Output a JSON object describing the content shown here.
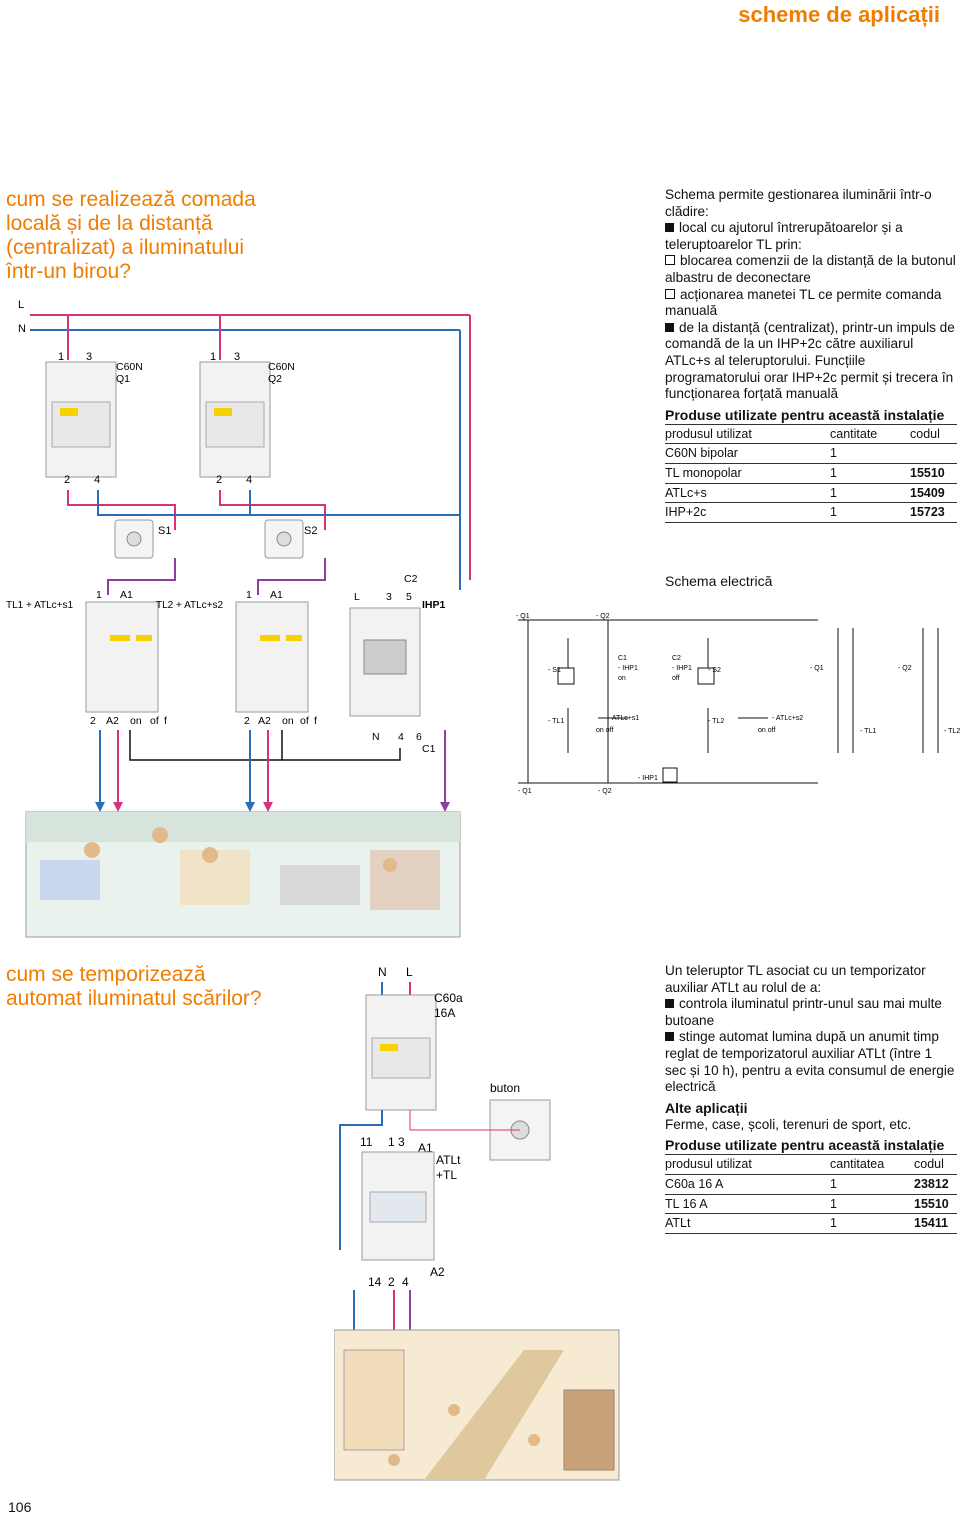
{
  "header": {
    "title": "scheme de aplicații"
  },
  "section1": {
    "title_lines": [
      "cum se realizează comada",
      "locală și de la distanță",
      "(centralizat) a iluminatului",
      "într-un birou?"
    ],
    "intro": "Schema permite gestionarea iluminării într-o clădire:",
    "b1": "local cu ajutorul întrerupătoarelor și a teleruptoarelor TL prin:",
    "c1": "blocarea comenzii de la distanță de la butonul albastru de deconectare",
    "c2": "acționarea manetei TL ce permite comanda manuală",
    "b2": "de la distanță (centralizat), printr-un impuls de comandă de la un IHP+2c către auxiliarul ATLc+s al teleruptorului. Funcțiile programatorului orar IHP+2c permit și trecera în funcționarea forțată manuală",
    "products_head": "Produse utilizate pentru această instalație",
    "table": {
      "headers": [
        "produsul utilizat",
        "cantitate",
        "codul"
      ],
      "rows": [
        [
          "C60N bipolar",
          "1",
          ""
        ],
        [
          "TL monopolar",
          "1",
          "15510"
        ],
        [
          "ATLc+s",
          "1",
          "15409"
        ],
        [
          "IHP+2c",
          "1",
          "15723"
        ]
      ]
    },
    "schema_label": "Schema electrică",
    "labels": {
      "L": "L",
      "N": "N",
      "n1": "1",
      "n3": "3",
      "n2": "2",
      "n4": "4",
      "c60n": "C60N",
      "q1": "Q1",
      "q2": "Q2",
      "s1": "S1",
      "s2": "S2",
      "tl1": "TL1 + ATLc+s1",
      "tl2": "TL2 + ATLc+s2",
      "a1": "A1",
      "a2": "A2",
      "on": "on",
      "of": "of",
      "f": "f",
      "c2": "C2",
      "c1": "C1",
      "ihp1": "IHP1",
      "n5": "5",
      "n6": "6",
      "nN": "N"
    }
  },
  "section2": {
    "title_lines": [
      "cum se temporizează",
      "automat iluminatul scărilor?"
    ],
    "intro": "Un teleruptor TL asociat cu un temporizator auxiliar ATLt au rolul de a:",
    "b1": "controla iluminatul printr-unul sau mai multe butoane",
    "b2": "stinge automat lumina după un anumit timp reglat de temporizatorul auxiliar ATLt (între 1 sec și 10 h), pentru a evita consumul de energie electrică",
    "alt_head": "Alte aplicații",
    "alt_text": "Ferme, case, școli, terenuri de sport, etc.",
    "products_head": "Produse utilizate pentru această instalație",
    "table": {
      "headers": [
        "produsul utilizat",
        "cantitatea",
        "codul"
      ],
      "rows": [
        [
          "C60a 16 A",
          "1",
          "23812"
        ],
        [
          "TL 16 A",
          "1",
          "15510"
        ],
        [
          "ATLt",
          "1",
          "15411"
        ]
      ]
    },
    "labels": {
      "N": "N",
      "L": "L",
      "c60a": "C60a",
      "a16": "16A",
      "buton": "buton",
      "n11": "11",
      "n1": "1",
      "n3": "3",
      "a1": "A1",
      "atlt": "ATLt",
      "tl": "+TL",
      "n14": "14",
      "n2": "2",
      "n4": "4",
      "a2": "A2"
    }
  },
  "page_number": "106",
  "colors": {
    "accent": "#f07c00",
    "wire_red": "#d9327a",
    "wire_blue": "#2a6fb5",
    "wire_purple": "#8c3fa0"
  }
}
